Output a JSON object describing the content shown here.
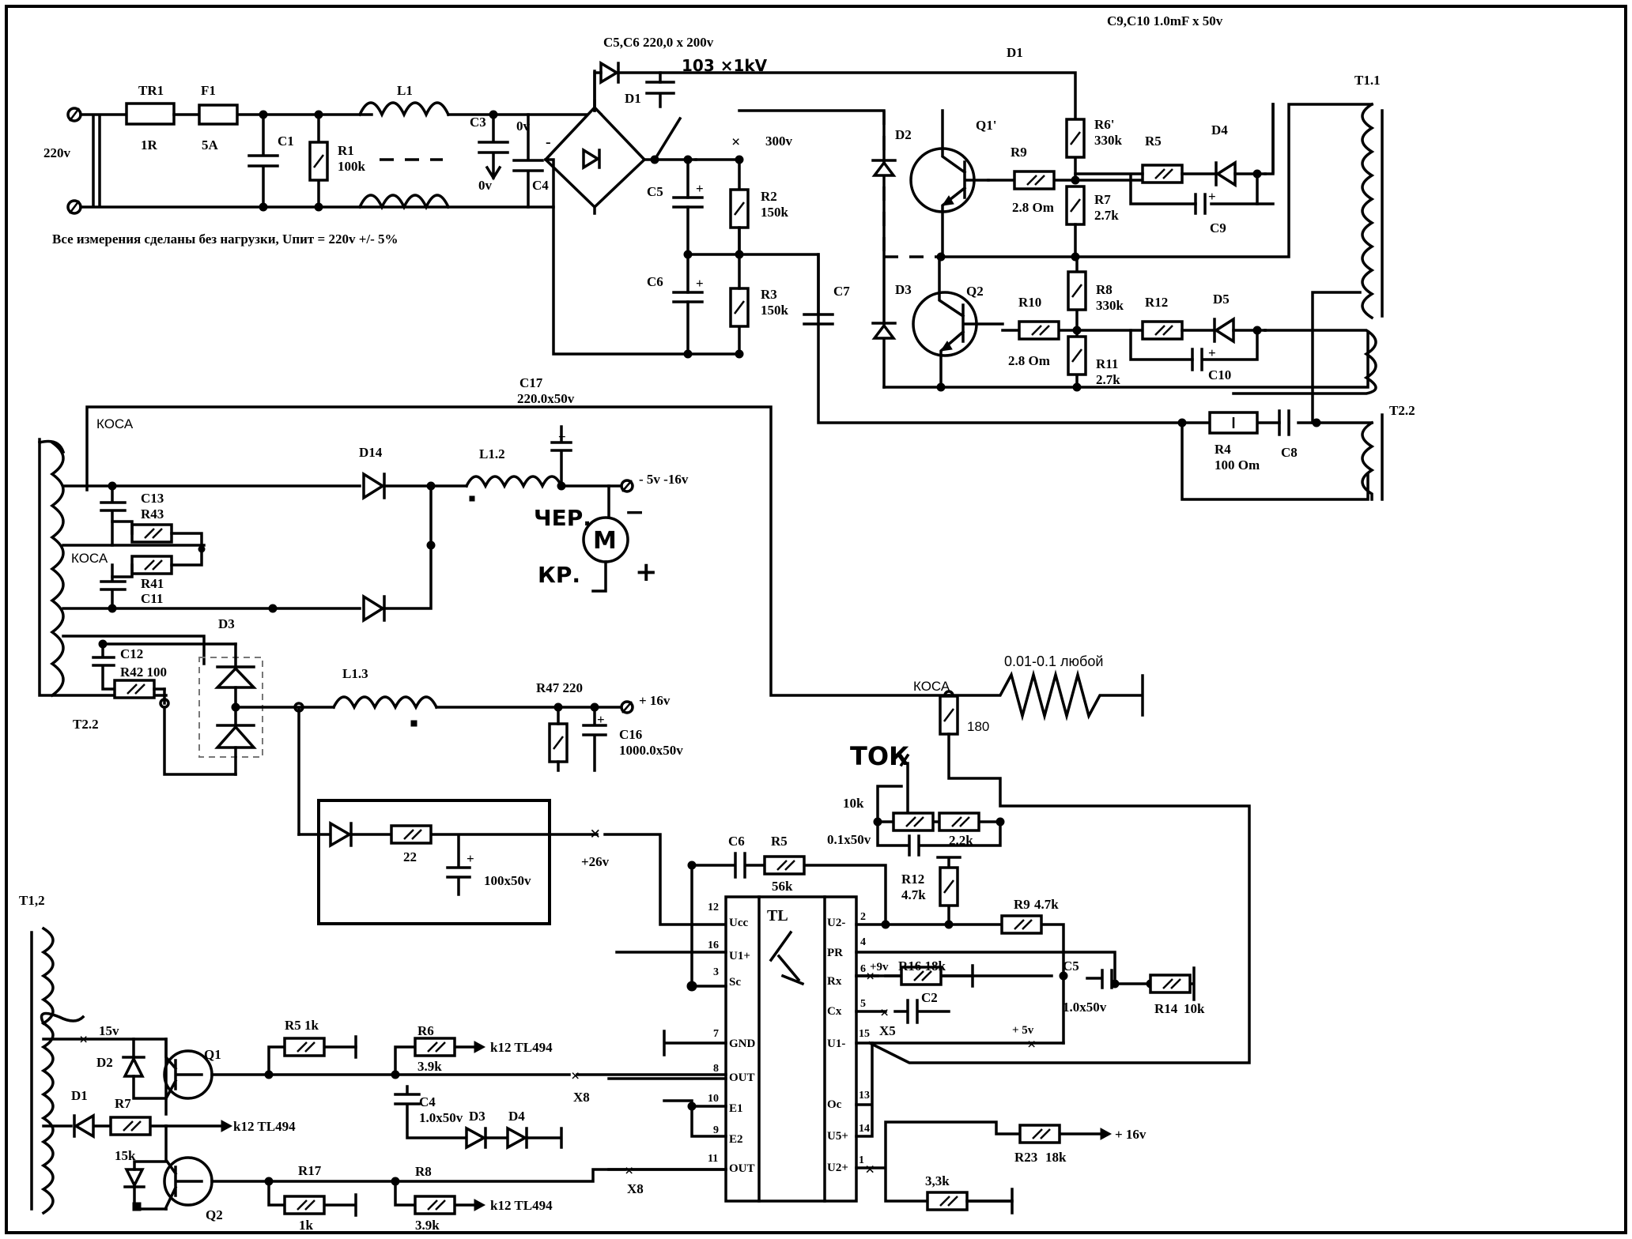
{
  "title": "C9,C10   1.0mF x 50v",
  "upper": {
    "mains": "220v",
    "tr1": "TR1",
    "tr1_val": "1R",
    "f1": "F1",
    "f1_val": "5A",
    "c1": "C1",
    "r1": "R1",
    "r1_val": "100k",
    "l1": "L1",
    "c3": "C3",
    "c4": "C4",
    "zero_a": "0v",
    "zero_b": "0v",
    "c5c6": "C5,C6  220,0 x 200v",
    "handwritten_cap": "103 ×1kV",
    "bd1": "D1",
    "d1": "D1",
    "v300": "300v",
    "c5": "C5",
    "c6": "C6",
    "r2": "R2",
    "r2_val": "150k",
    "r3": "R3",
    "r3_val": "150k",
    "c7": "C7",
    "d2": "D2",
    "d3": "D3",
    "q1": "Q1'",
    "q2": "Q2",
    "r9": "R9",
    "r9_val": "2.8 Om",
    "r10": "R10",
    "r10_val": "2.8 Om",
    "r6": "R6'",
    "r6_val": "330k",
    "r7": "R7",
    "r7_val": "2.7k",
    "r8": "R8",
    "r8_val": "330k",
    "r11": "R11",
    "r11_val": "2.7k",
    "r5": "R5",
    "r12": "R12",
    "d4": "D4",
    "d5": "D5",
    "c9": "C9",
    "c10": "C10",
    "t11": "T1.1",
    "t22": "T2.2",
    "r4": "R4",
    "r4_val": "100  Om",
    "c8": "C8",
    "note": "Все измерения сделаны без нагрузки, Uпит = 220v +/- 5%"
  },
  "middle": {
    "c17": "C17",
    "c17_val": "220.0x50v",
    "kosa_top": "КОСА",
    "kosa_mid": "КОСА",
    "d14": "D14",
    "l12": "L1.2",
    "out_neg": "- 5v  -16v",
    "c13": "C13",
    "r43": "R43",
    "r41": "R41",
    "c11": "C11",
    "d3": "D3",
    "c12": "C12",
    "r42": "R42 100",
    "t22": "T2.2",
    "motor": "M",
    "hand_black": "ЧЕР.",
    "hand_red": "КР.",
    "minus": "−",
    "plus": "+",
    "l13": "L1.3",
    "r47": "R47 220",
    "out_pos": "+ 16v",
    "c16": "C16",
    "c16_val": "1000.0x50v",
    "shunt": "0.01-0.1 любой",
    "kosa_shunt": "КОСА",
    "r180": "180",
    "tok": "ТОК",
    "pot10k": "10k",
    "cap01": "0.1x50v",
    "r22k": "2.2k",
    "sub_r": "22",
    "sub_c": "100x50v",
    "v26": "+26v"
  },
  "lower": {
    "t12": "T1,2",
    "v15": "15v",
    "d2": "D2",
    "d1": "D1",
    "q1": "Q1",
    "q2": "Q2",
    "r7": "R7",
    "r7_val": "15k",
    "k12_a": "k12 TL494",
    "k12_b": "k12 TL494",
    "k12_c": "k12 TL494",
    "r5": "R5 1k",
    "r6": "R6",
    "r6_val": "3.9k",
    "c4": "C4",
    "c4_val": "1.0x50v",
    "d3": "D3",
    "d4": "D4",
    "x8_a": "X8",
    "x8_b": "X8",
    "r17": "R17",
    "r17_val": "1k",
    "r8": "R8",
    "r8_val": "3.9k",
    "c6": "C6",
    "r5b": "R5",
    "r5b_val": "56k",
    "r12": "R12",
    "r12_val": "4.7k",
    "r9": "R9",
    "r9_val": "4.7k",
    "r16": "R16 18k",
    "v9": "+9v",
    "c2": "C2",
    "x5": "X5",
    "c5": "C5",
    "c5_val": "1.0x50v",
    "r14": "R14",
    "r14_val": "10k",
    "v5": "+ 5v",
    "r23": "R23",
    "r23_val": "18k",
    "v16": "+ 16v",
    "r33": "3,3k",
    "ic_name": "TL",
    "pins_left": [
      "12",
      "16",
      "3",
      "7",
      "8",
      "10",
      "9",
      "11"
    ],
    "pins_right": [
      "2",
      "4",
      "6",
      "5",
      "15",
      "13",
      "14",
      "1"
    ],
    "lbl_left": [
      "Ucc",
      "U1+",
      "Sc",
      "GND",
      "OUT",
      "E1",
      "E2",
      "OUT"
    ],
    "lbl_right": [
      "U2-",
      "PR",
      "Rx",
      "Cx",
      "U1-",
      "Oc",
      "U5+",
      "U2+"
    ]
  }
}
